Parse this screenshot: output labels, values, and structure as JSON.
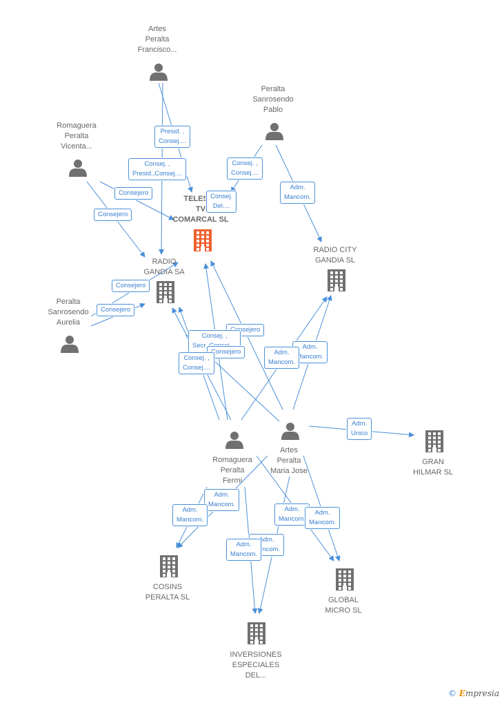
{
  "colors": {
    "edge": "#4a90d9",
    "person": "#707070",
    "company": "#707070",
    "focus": "#f06030"
  },
  "nodes": [
    {
      "id": "telesat",
      "type": "company",
      "focus": true,
      "label": "TELESAT\nTV\nCOMARCAL SL"
    },
    {
      "id": "radio_gandia",
      "type": "company",
      "label": "RADIO\nGANDIA SA"
    },
    {
      "id": "radio_city",
      "type": "company",
      "label": "RADIO CITY\nGANDIA  SL"
    },
    {
      "id": "gran_hilmar",
      "type": "company",
      "label": "GRAN\nHILMAR SL"
    },
    {
      "id": "cosins",
      "type": "company",
      "label": "COSINS\nPERALTA SL"
    },
    {
      "id": "global_micro",
      "type": "company",
      "label": "GLOBAL\nMICRO  SL"
    },
    {
      "id": "inversiones",
      "type": "company",
      "label": "INVERSIONES\nESPECIALES\nDEL..."
    },
    {
      "id": "artes_francisco",
      "type": "person",
      "label": "Artes\nPeralta\nFrancisco..."
    },
    {
      "id": "peralta_pablo",
      "type": "person",
      "label": "Peralta\nSanrosendo\nPablo"
    },
    {
      "id": "romaguera_vicenta",
      "type": "person",
      "label": "Romaguera\nPeralta\nVicenta..."
    },
    {
      "id": "peralta_aurelia",
      "type": "person",
      "label": "Peralta\nSanrosendo\nAurelia"
    },
    {
      "id": "romaguera_fermi",
      "type": "person",
      "label": "Romaguera\nPeralta\nFermi"
    },
    {
      "id": "artes_mariajose",
      "type": "person",
      "label": "Artes\nPeralta\nMaria Jose"
    }
  ],
  "edge_labels": [
    "Presid. ,\nConsej....",
    "Consej. ,\nPresid.,Consej....",
    "Consejero",
    "Consejero",
    "Consej. ,\nConsej....",
    "Consej.\nDel....",
    "Adm.\nMancom.",
    "Consejero",
    "Consejero",
    "Consejero",
    "Consej. ,\nSecr.,Consej....",
    "Consejero",
    "Consej. ,\nConsej....",
    "Adm.\nMancom.",
    "Adm.\nMancom.",
    "Adm.\nUnico",
    "Adm.\nMancom.",
    "Adm.\nMancom.",
    "Adm.\nMancom.",
    "Adm.\nMancom.",
    "Adm.\nMancom.",
    "Adm.\nMancom."
  ],
  "brand": {
    "copyright": "©",
    "name": "mpresia",
    "initial": "E"
  }
}
